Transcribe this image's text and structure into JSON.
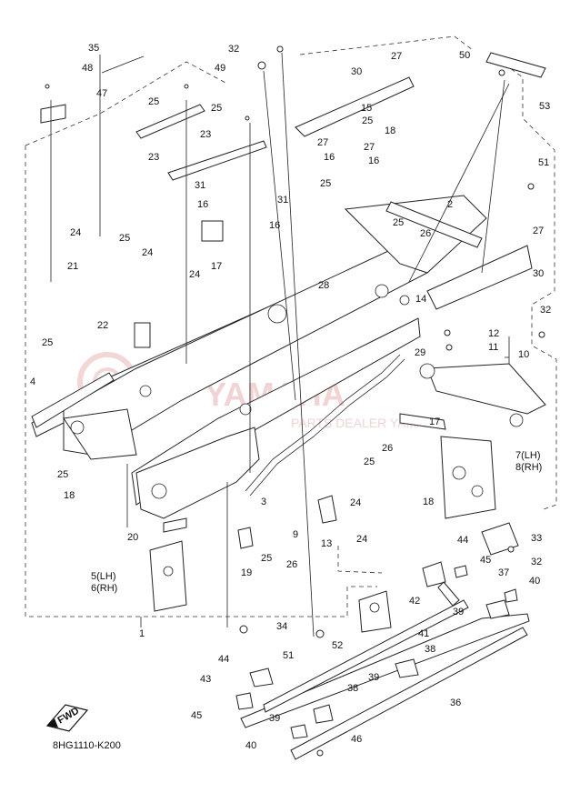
{
  "catalog_code": "8HG1110-K200",
  "fwd_label": "FWD",
  "watermark": {
    "brand": "YAMAHA",
    "text": "PARTS DEALER YAMAHA"
  },
  "callouts": [
    {
      "id": "c1",
      "text": "1"
    },
    {
      "id": "c2",
      "text": "2"
    },
    {
      "id": "c3",
      "text": "3"
    },
    {
      "id": "c4",
      "text": "4"
    },
    {
      "id": "c5",
      "text": "5(LH)"
    },
    {
      "id": "c6",
      "text": "6(RH)"
    },
    {
      "id": "c7",
      "text": "7(LH)"
    },
    {
      "id": "c8",
      "text": "8(RH)"
    },
    {
      "id": "c9",
      "text": "9"
    },
    {
      "id": "c10",
      "text": "10"
    },
    {
      "id": "c11",
      "text": "11"
    },
    {
      "id": "c12",
      "text": "12"
    },
    {
      "id": "c13",
      "text": "13"
    },
    {
      "id": "c14",
      "text": "14"
    },
    {
      "id": "c15",
      "text": "15"
    },
    {
      "id": "c16a",
      "text": "16"
    },
    {
      "id": "c16b",
      "text": "16"
    },
    {
      "id": "c16c",
      "text": "16"
    },
    {
      "id": "c16d",
      "text": "16"
    },
    {
      "id": "c17a",
      "text": "17"
    },
    {
      "id": "c17b",
      "text": "17"
    },
    {
      "id": "c18a",
      "text": "18"
    },
    {
      "id": "c18b",
      "text": "18"
    },
    {
      "id": "c18c",
      "text": "18"
    },
    {
      "id": "c19",
      "text": "19"
    },
    {
      "id": "c20",
      "text": "20"
    },
    {
      "id": "c21",
      "text": "21"
    },
    {
      "id": "c22",
      "text": "22"
    },
    {
      "id": "c23a",
      "text": "23"
    },
    {
      "id": "c23b",
      "text": "23"
    },
    {
      "id": "c24a",
      "text": "24"
    },
    {
      "id": "c24b",
      "text": "24"
    },
    {
      "id": "c24c",
      "text": "24"
    },
    {
      "id": "c24d",
      "text": "24"
    },
    {
      "id": "c24e",
      "text": "24"
    },
    {
      "id": "c25a",
      "text": "25"
    },
    {
      "id": "c25b",
      "text": "25"
    },
    {
      "id": "c25c",
      "text": "25"
    },
    {
      "id": "c25d",
      "text": "25"
    },
    {
      "id": "c25e",
      "text": "25"
    },
    {
      "id": "c25f",
      "text": "25"
    },
    {
      "id": "c25g",
      "text": "25"
    },
    {
      "id": "c25h",
      "text": "25"
    },
    {
      "id": "c25i",
      "text": "25"
    },
    {
      "id": "c25j",
      "text": "25"
    },
    {
      "id": "c26a",
      "text": "26"
    },
    {
      "id": "c26b",
      "text": "26"
    },
    {
      "id": "c26c",
      "text": "26"
    },
    {
      "id": "c27a",
      "text": "27"
    },
    {
      "id": "c27b",
      "text": "27"
    },
    {
      "id": "c27c",
      "text": "27"
    },
    {
      "id": "c27d",
      "text": "27"
    },
    {
      "id": "c28",
      "text": "28"
    },
    {
      "id": "c29",
      "text": "29"
    },
    {
      "id": "c30a",
      "text": "30"
    },
    {
      "id": "c30b",
      "text": "30"
    },
    {
      "id": "c31a",
      "text": "31"
    },
    {
      "id": "c31b",
      "text": "31"
    },
    {
      "id": "c32a",
      "text": "32"
    },
    {
      "id": "c32b",
      "text": "32"
    },
    {
      "id": "c32c",
      "text": "32"
    },
    {
      "id": "c33",
      "text": "33"
    },
    {
      "id": "c34",
      "text": "34"
    },
    {
      "id": "c35",
      "text": "35"
    },
    {
      "id": "c36",
      "text": "36"
    },
    {
      "id": "c37",
      "text": "37"
    },
    {
      "id": "c38a",
      "text": "38"
    },
    {
      "id": "c38b",
      "text": "38"
    },
    {
      "id": "c39a",
      "text": "39"
    },
    {
      "id": "c39b",
      "text": "39"
    },
    {
      "id": "c39c",
      "text": "39"
    },
    {
      "id": "c40a",
      "text": "40"
    },
    {
      "id": "c40b",
      "text": "40"
    },
    {
      "id": "c41",
      "text": "41"
    },
    {
      "id": "c42",
      "text": "42"
    },
    {
      "id": "c43",
      "text": "43"
    },
    {
      "id": "c44a",
      "text": "44"
    },
    {
      "id": "c44b",
      "text": "44"
    },
    {
      "id": "c45a",
      "text": "45"
    },
    {
      "id": "c45b",
      "text": "45"
    },
    {
      "id": "c46",
      "text": "46"
    },
    {
      "id": "c47",
      "text": "47"
    },
    {
      "id": "c48",
      "text": "48"
    },
    {
      "id": "c49",
      "text": "49"
    },
    {
      "id": "c50",
      "text": "50"
    },
    {
      "id": "c51a",
      "text": "51"
    },
    {
      "id": "c51b",
      "text": "51"
    },
    {
      "id": "c52",
      "text": "52"
    },
    {
      "id": "c53",
      "text": "53"
    }
  ]
}
